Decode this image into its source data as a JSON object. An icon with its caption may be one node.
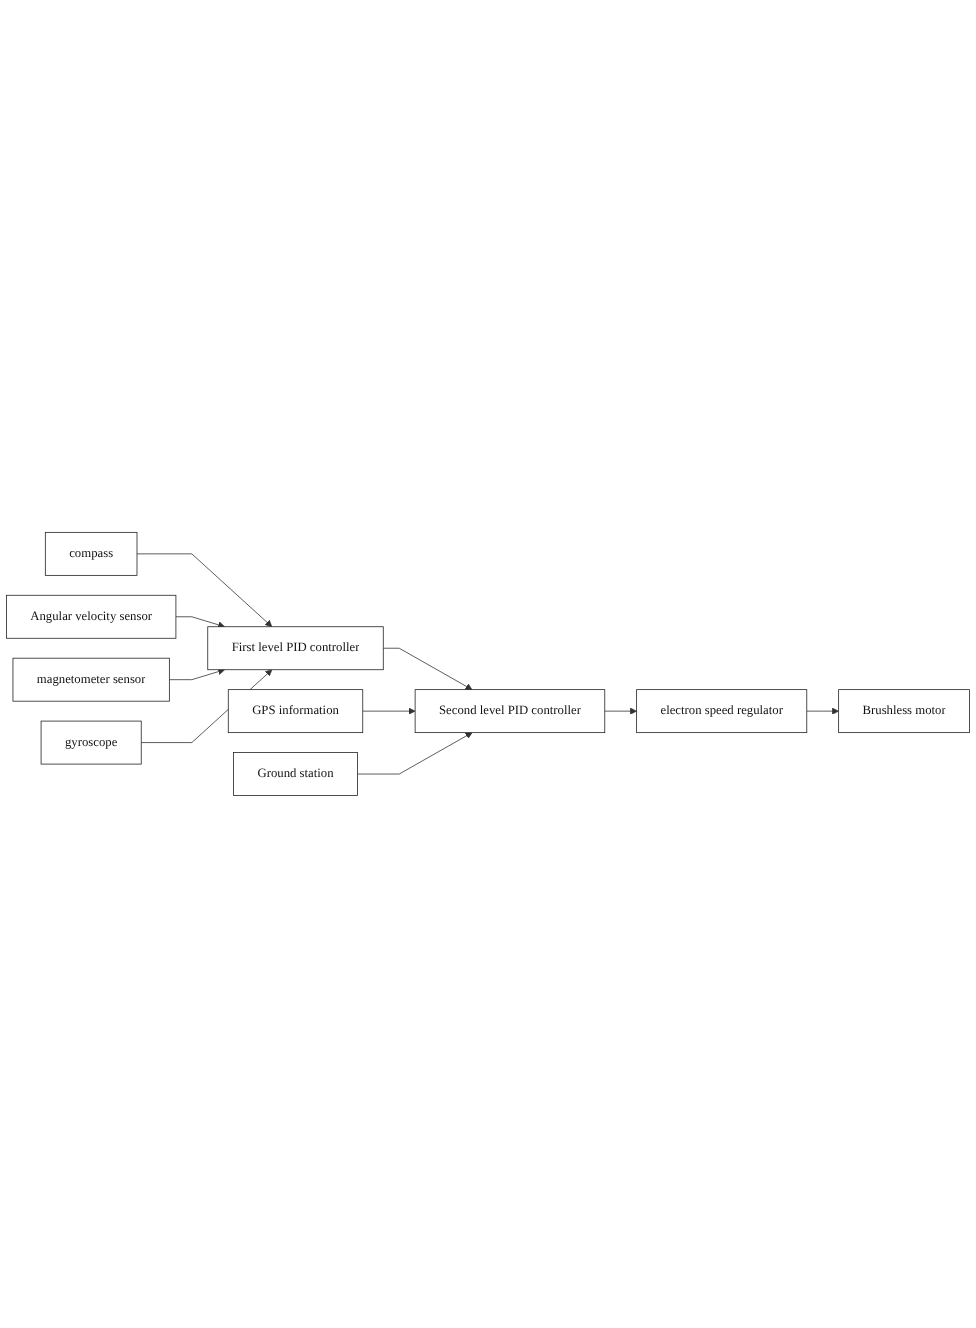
{
  "diagram": {
    "nodes": [
      {
        "text": [
          "compass"
        ]
      },
      {
        "text": [
          "Angular velocity sensor"
        ]
      },
      {
        "text": [
          "magnetometer sensor"
        ]
      },
      {
        "text": [
          "gyroscope"
        ]
      },
      {
        "text": [
          "First level PID controller"
        ]
      },
      {
        "text": [
          "GPS information"
        ]
      },
      {
        "text": [
          "Ground station"
        ]
      },
      {
        "text": [
          "Second level PID controller"
        ]
      },
      {
        "text": [
          "electron speed regulator"
        ]
      },
      {
        "text": [
          "Brushless motor"
        ]
      }
    ],
    "edges": [
      {
        "from": 0,
        "to": 4,
        "arrow": "to"
      },
      {
        "from": 1,
        "to": 4,
        "arrow": "to"
      },
      {
        "from": 2,
        "to": 4,
        "arrow": "to"
      },
      {
        "from": 3,
        "to": 4,
        "arrow": "to"
      },
      {
        "from": 4,
        "to": 7,
        "arrow": "to"
      },
      {
        "from": 5,
        "to": 7,
        "arrow": "to"
      },
      {
        "from": 6,
        "to": 7,
        "arrow": "to"
      },
      {
        "from": 7,
        "to": 8,
        "arrow": "to"
      },
      {
        "from": 8,
        "to": 9,
        "arrow": "to"
      }
    ]
  }
}
